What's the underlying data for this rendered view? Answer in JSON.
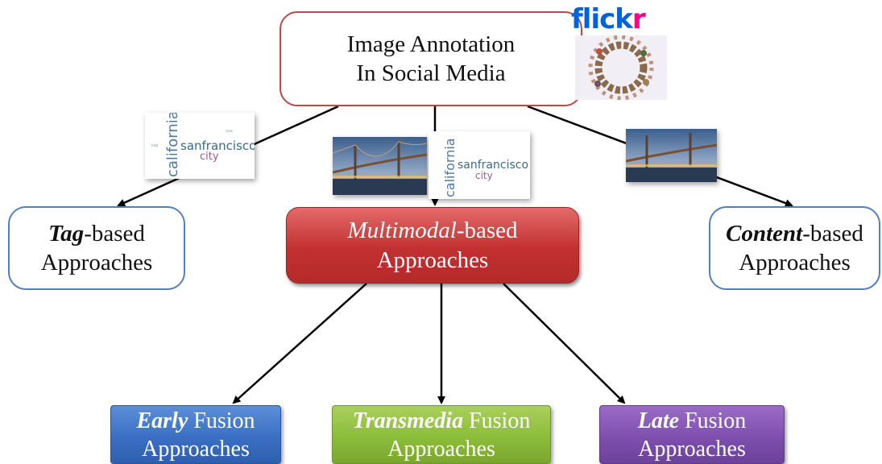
{
  "root": {
    "line1": "Image Annotation",
    "line2": "In Social Media"
  },
  "flickr": {
    "part1": "flick",
    "part2": "r"
  },
  "tag": {
    "em": "Tag",
    "rest": "-based",
    "line2": "Approaches"
  },
  "multimodal": {
    "em": "Multimodal",
    "rest": "-based",
    "line2": "Approaches"
  },
  "content": {
    "em": "Content",
    "rest": "-based",
    "line2": "Approaches"
  },
  "early": {
    "em": "Early",
    "rest": " Fusion",
    "line2": "Approaches"
  },
  "transmedia": {
    "em": "Transmedia",
    "rest": " Fusion",
    "line2": "Approaches"
  },
  "late": {
    "em": "Late",
    "rest": " Fusion",
    "line2": "Approaches"
  },
  "tagcloud": {
    "w1": "california",
    "w2": "sanfrancisco",
    "w3": "city"
  },
  "colors": {
    "multimodal": "#c23030",
    "early": "#3a6fc4",
    "transmedia": "#8cbd3a",
    "late": "#7e4fae",
    "outline": "#4f81bd",
    "root_outline": "#b84a4a",
    "flickr_blue": "#0063dc",
    "flickr_pink": "#ff0084"
  }
}
